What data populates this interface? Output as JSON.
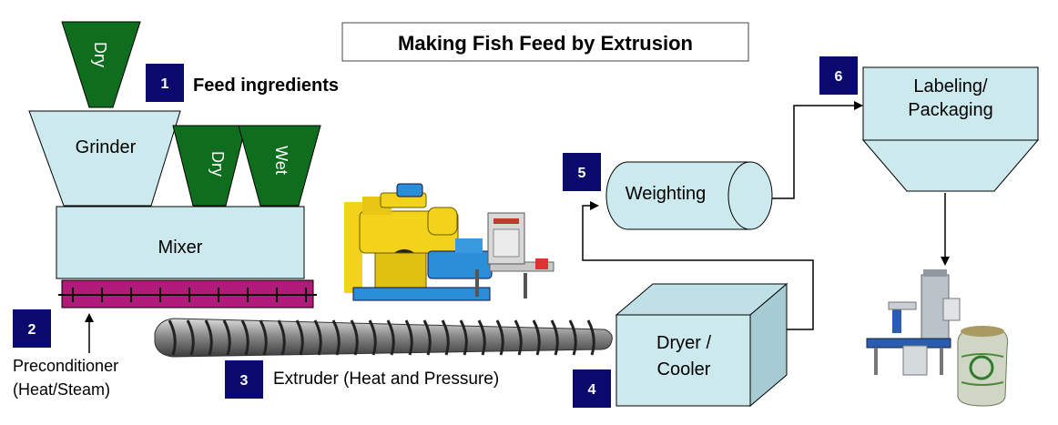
{
  "title": "Making Fish Feed by Extrusion",
  "steps": {
    "s1": {
      "number": "1",
      "label": "Feed ingredients"
    },
    "s2": {
      "number": "2",
      "label_line1": "Preconditioner",
      "label_line2": "(Heat/Steam)"
    },
    "s3": {
      "number": "3",
      "label": "Extruder (Heat and Pressure)"
    },
    "s4": {
      "number": "4"
    },
    "s5": {
      "number": "5"
    },
    "s6": {
      "number": "6"
    }
  },
  "hoppers": {
    "dry_top": "Dry",
    "dry_mixer": "Dry",
    "wet_mixer": "Wet"
  },
  "units": {
    "grinder": "Grinder",
    "mixer": "Mixer",
    "weighting": "Weighting",
    "dryer_line1": "Dryer /",
    "dryer_line2": "Cooler",
    "packaging_line1": "Labeling/",
    "packaging_line2": "Packaging"
  },
  "colors": {
    "hopper_green": "#0f6e1e",
    "box_fill": "#cce9ee",
    "badge_navy": "#0a0a6e",
    "preconditioner_magenta": "#b01a78",
    "machine_yellow": "#f2d21a",
    "machine_blue": "#2a8fd8"
  },
  "icons": {
    "extruder_machine": "extruder-machine-photo-icon",
    "screw": "extruder-screw-icon",
    "packaging_machine": "packaging-machine-photo-icon"
  }
}
